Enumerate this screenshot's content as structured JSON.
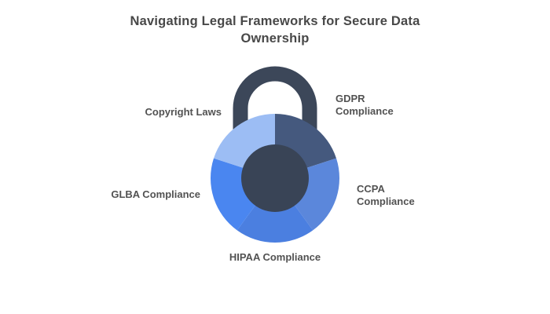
{
  "title": "Navigating Legal Frameworks for Secure Data Ownership",
  "colors": {
    "background": "#FFFFFF",
    "title_text": "#484848",
    "label_text": "#525252",
    "shackle": "#3C4759",
    "shackle_outline": "#FFFFFF",
    "keyhole": "#394456"
  },
  "lock_chart": {
    "type": "donut",
    "description": "Padlock-shaped donut diagram with five equal segments",
    "segments": [
      {
        "label": "GDPR Compliance",
        "color": "#45597E",
        "start_angle": 0,
        "end_angle": 72,
        "label_position": "top-right"
      },
      {
        "label": "CCPA Compliance",
        "color": "#5B87DB",
        "start_angle": 72,
        "end_angle": 144,
        "label_position": "right"
      },
      {
        "label": "HIPAA Compliance",
        "color": "#4B7FE0",
        "start_angle": 144,
        "end_angle": 216,
        "label_position": "bottom"
      },
      {
        "label": "GLBA Compliance",
        "color": "#4A86F0",
        "start_angle": 216,
        "end_angle": 288,
        "label_position": "left"
      },
      {
        "label": "Copyright Laws",
        "color": "#9CBDF4",
        "start_angle": 288,
        "end_angle": 360,
        "label_position": "top-left"
      }
    ]
  }
}
